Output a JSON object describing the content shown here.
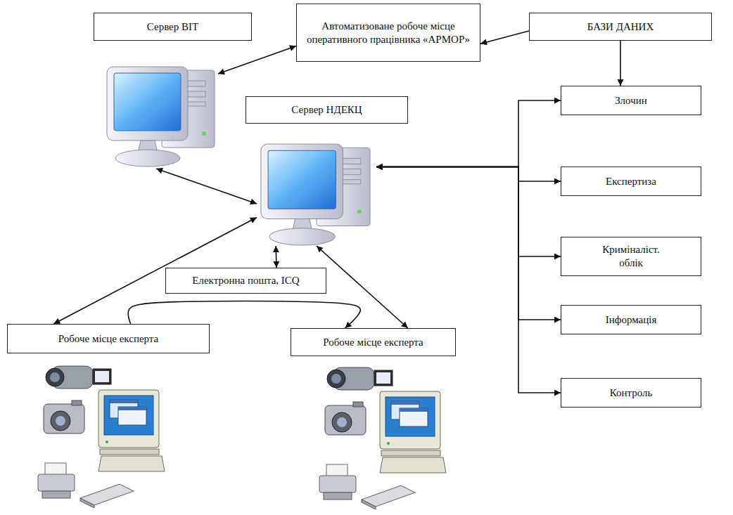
{
  "diagram": {
    "nodes": [
      {
        "text": [
          "Сервер ВІТ"
        ]
      },
      {
        "text": [
          "Автоматизоване робоче місце оперативного працівника «АРМОР»"
        ]
      },
      {
        "text": [
          "БАЗИ ДАНИХ"
        ]
      },
      {
        "text": [
          "Сервер НДЕКЦ"
        ]
      },
      {
        "text": [
          "Злочин"
        ]
      },
      {
        "text": [
          "Експертиза"
        ]
      },
      {
        "text": [
          "Криміналіст. облік"
        ]
      },
      {
        "text": [
          "Інформація"
        ]
      },
      {
        "text": [
          "Контроль"
        ]
      },
      {
        "text": [
          "Електронна пошта, ICQ"
        ]
      },
      {
        "text": [
          "Робоче місце експерта"
        ]
      },
      {
        "text": [
          "Робоче місце експерта"
        ]
      }
    ],
    "edges": [
      {
        "from": 0,
        "to": 1,
        "arrow": "both"
      },
      {
        "from": 2,
        "to": 1,
        "arrow": "to"
      },
      {
        "from": 2,
        "to": 4,
        "arrow": "to"
      },
      {
        "from": 0,
        "to": 3,
        "arrow": "both"
      },
      {
        "from": 3,
        "to": 4,
        "arrow": "both"
      },
      {
        "from": 3,
        "to": 5,
        "arrow": "both"
      },
      {
        "from": 3,
        "to": 6,
        "arrow": "both"
      },
      {
        "from": 3,
        "to": 7,
        "arrow": "both"
      },
      {
        "from": 3,
        "to": 8,
        "arrow": "both"
      },
      {
        "from": 3,
        "to": 9,
        "arrow": "both"
      },
      {
        "from": 3,
        "to": 10,
        "arrow": "both"
      },
      {
        "from": 3,
        "to": 11,
        "arrow": "both"
      },
      {
        "from": 10,
        "to": 11,
        "arrow": "to"
      }
    ]
  }
}
